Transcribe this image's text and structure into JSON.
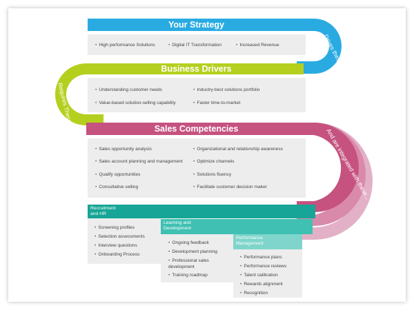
{
  "strategy": {
    "title": "Your Strategy",
    "items": [
      "High performance Solutions",
      "Digital IT Transformation",
      "Increased Revenue"
    ],
    "color": "#29abe2"
  },
  "drivers": {
    "title": "Business Drivers",
    "left": [
      "Understanding customer needs",
      "Value-based solution-selling capability"
    ],
    "right": [
      "Industry-best solutions portfolio",
      "Faster time-to-market"
    ],
    "color": "#b5cf1f"
  },
  "competencies": {
    "title": "Sales Competencies",
    "left": [
      "Sales opportunity analysis",
      "Sales account planning and management",
      "Qualify opportunities",
      "Consultative selling"
    ],
    "right": [
      "Organizational and relationship awareness",
      "Optimize channels",
      "Solutions fluency",
      "Facilitate customer decision maker"
    ],
    "color": "#c5527f"
  },
  "connectors": {
    "drives": "Drives these...",
    "requires": "Requires These...",
    "integrated": "And are integrated with these..."
  },
  "blocks": {
    "recruitment": {
      "title_line1": "Recruitment",
      "title_line2": "and HR",
      "items": [
        "Screening profiles",
        "Selection assessments",
        "Interview questions",
        "Onboarding Process"
      ],
      "color": "#16a596"
    },
    "learning": {
      "title_line1": "Learning and",
      "title_line2": "Development",
      "items": [
        "Ongoing feedback",
        "Development planning",
        "Professional sales development",
        "Training roadmap"
      ],
      "color": "#3fc0b2"
    },
    "performance": {
      "title_line1": "Performance",
      "title_line2": "Management",
      "items": [
        "Performance plans",
        "Performance reviews",
        "Talent calibration",
        "Rewards alignment",
        "Recognition"
      ],
      "color": "#7fd5cb"
    }
  }
}
